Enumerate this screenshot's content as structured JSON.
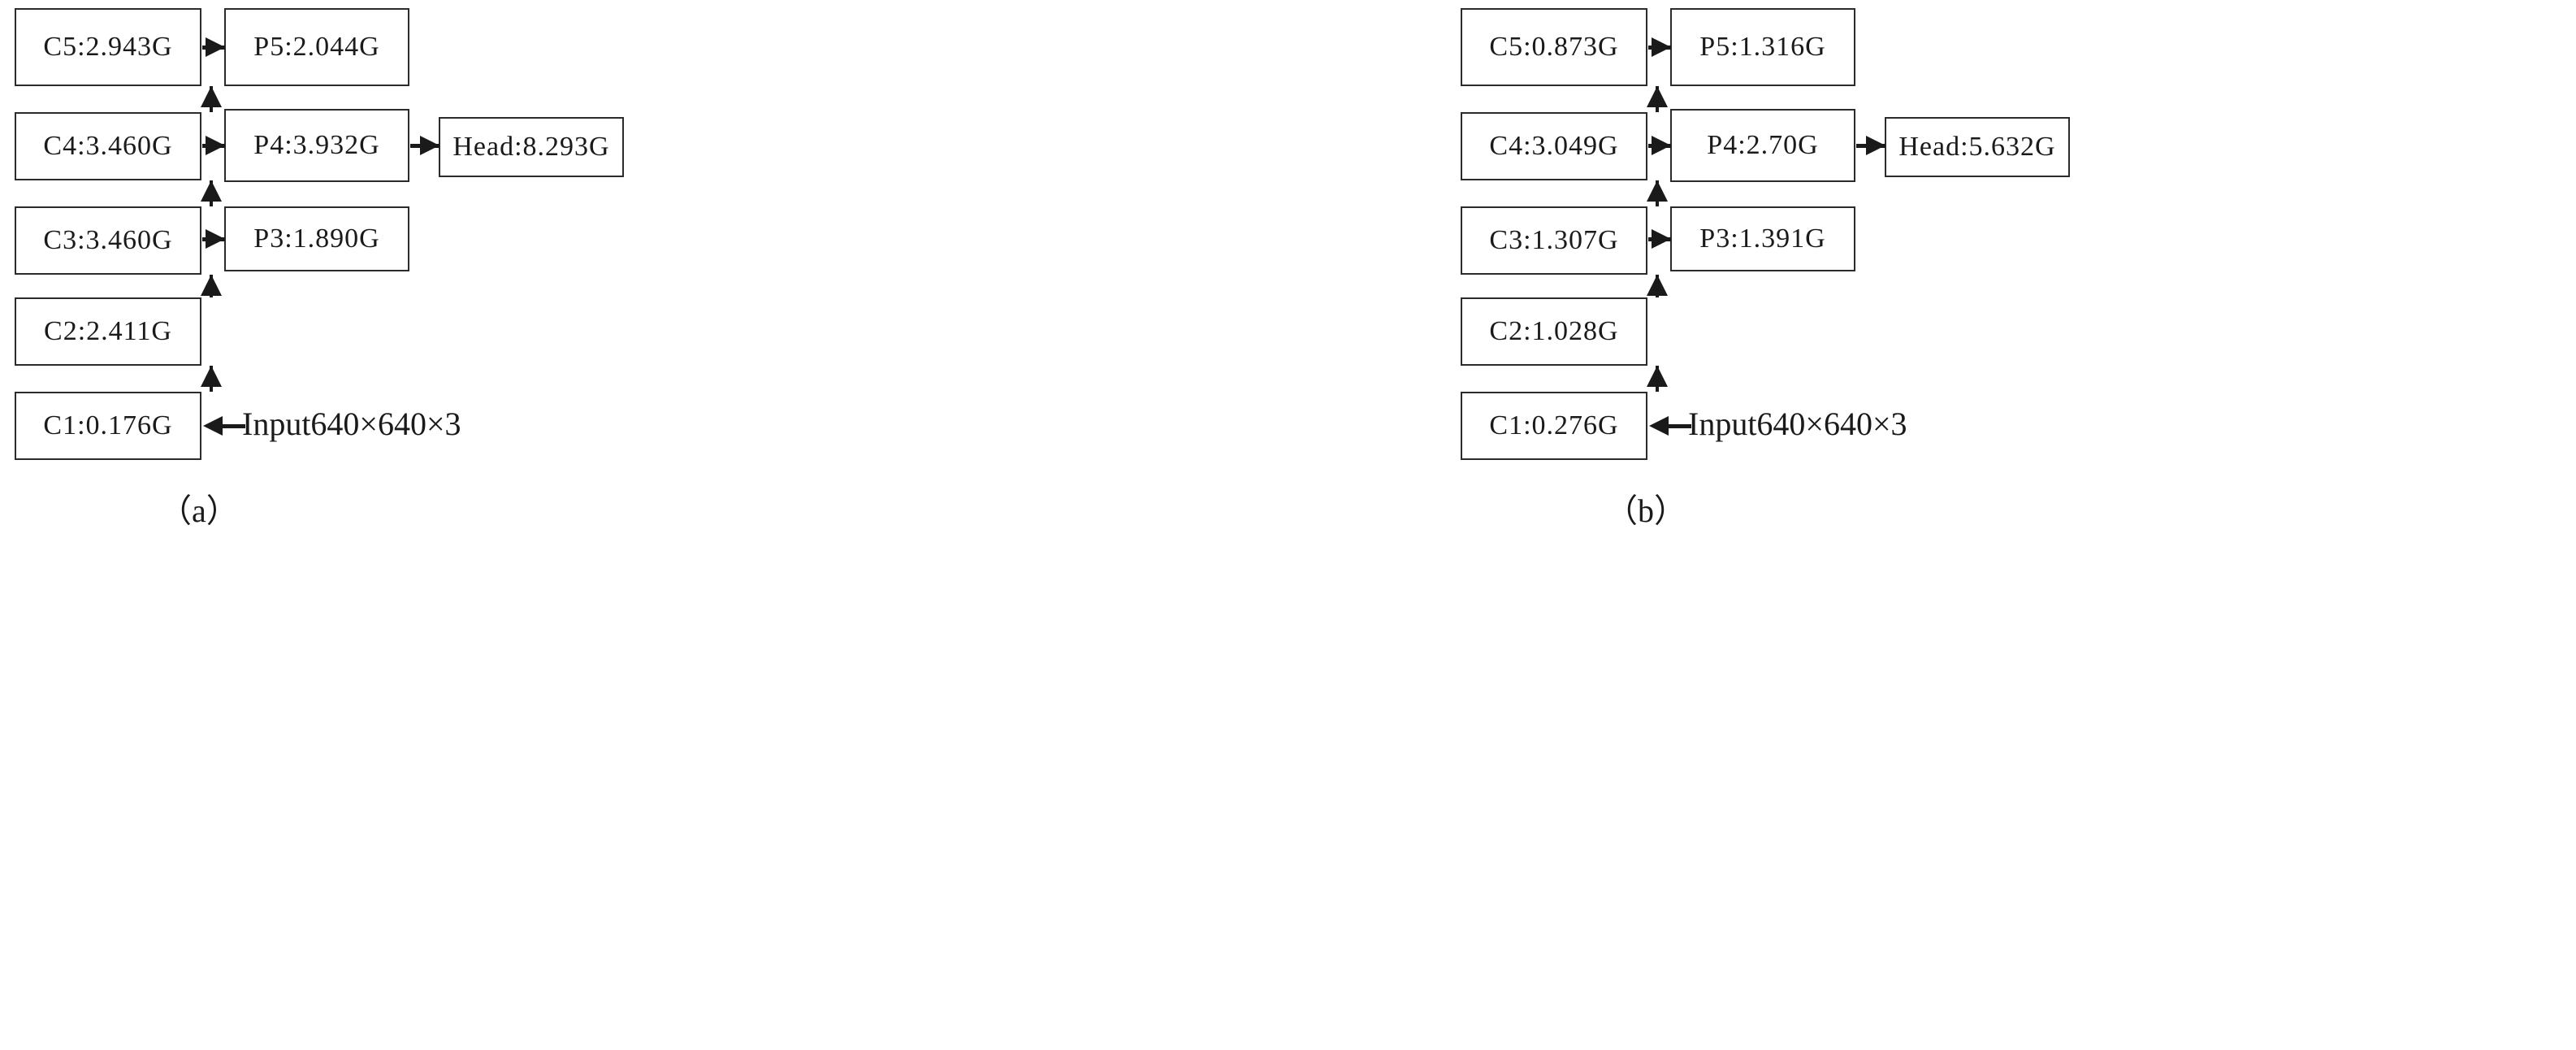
{
  "figure": {
    "type": "diagram",
    "description": "Two-panel block diagram comparing per-stage GFLOPs of a backbone (C1-C5), neck (P3-P5) and detection Head for two network variants",
    "input_arrow_label": "Input640×640×3"
  },
  "panels": [
    {
      "id": "a",
      "caption": "（a）",
      "backbone": [
        {
          "name": "C5",
          "label": "C5:2.943G",
          "value": 2.943,
          "unit": "G"
        },
        {
          "name": "C4",
          "label": "C4:3.460G",
          "value": 3.46,
          "unit": "G"
        },
        {
          "name": "C3",
          "label": "C3:3.460G",
          "value": 3.46,
          "unit": "G"
        },
        {
          "name": "C2",
          "label": "C2:2.411G",
          "value": 2.411,
          "unit": "G"
        },
        {
          "name": "C1",
          "label": "C1:0.176G",
          "value": 0.176,
          "unit": "G"
        }
      ],
      "neck": [
        {
          "name": "P5",
          "label": "P5:2.044G",
          "value": 2.044,
          "unit": "G"
        },
        {
          "name": "P4",
          "label": "P4:3.932G",
          "value": 3.932,
          "unit": "G"
        },
        {
          "name": "P3",
          "label": "P3:1.890G",
          "value": 1.89,
          "unit": "G"
        }
      ],
      "head": {
        "name": "Head",
        "label": "Head:8.293G",
        "value": 8.293,
        "unit": "G"
      },
      "input_label": "Input640×640×3"
    },
    {
      "id": "b",
      "caption": "（b）",
      "backbone": [
        {
          "name": "C5",
          "label": "C5:0.873G",
          "value": 0.873,
          "unit": "G"
        },
        {
          "name": "C4",
          "label": "C4:3.049G",
          "value": 3.049,
          "unit": "G"
        },
        {
          "name": "C3",
          "label": "C3:1.307G",
          "value": 1.307,
          "unit": "G"
        },
        {
          "name": "C2",
          "label": "C2:1.028G",
          "value": 1.028,
          "unit": "G"
        },
        {
          "name": "C1",
          "label": "C1:0.276G",
          "value": 0.276,
          "unit": "G"
        }
      ],
      "neck": [
        {
          "name": "P5",
          "label": "P5:1.316G",
          "value": 1.316,
          "unit": "G"
        },
        {
          "name": "P4",
          "label": "P4:2.70G",
          "value": 2.7,
          "unit": "G"
        },
        {
          "name": "P3",
          "label": "P3:1.391G",
          "value": 1.391,
          "unit": "G"
        }
      ],
      "head": {
        "name": "Head",
        "label": "Head:5.632G",
        "value": 5.632,
        "unit": "G"
      },
      "input_label": "Input640×640×3"
    }
  ],
  "colors": {
    "background": "#ffffff",
    "stroke": "#2b2b2b",
    "text": "#1a1a1a",
    "arrow": "#1a1a1a"
  }
}
